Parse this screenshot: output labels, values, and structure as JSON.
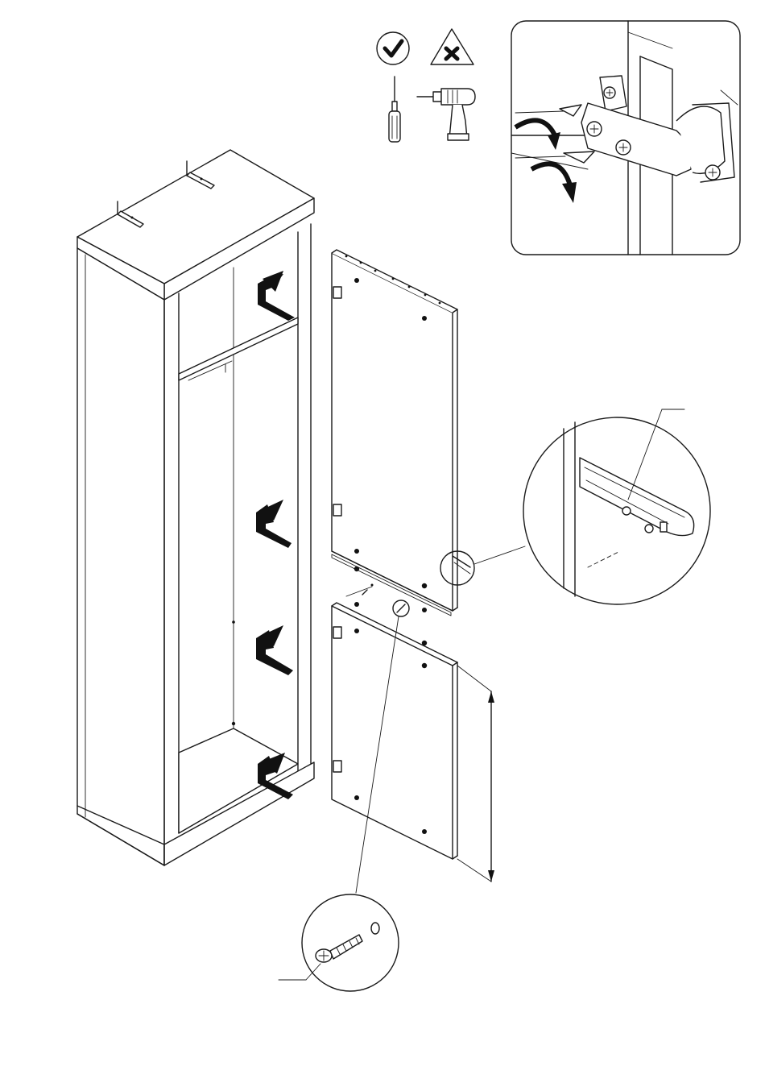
{
  "diagram": {
    "step_icons": [
      {
        "name": "ok-check-icon",
        "meaning": "allowed"
      },
      {
        "name": "forbidden-warning-icon",
        "meaning": "not allowed"
      }
    ],
    "tools": [
      {
        "name": "screwdriver-icon",
        "allowed": true
      },
      {
        "name": "power-drill-icon",
        "allowed": false
      }
    ],
    "detail_callouts": [
      {
        "name": "hinge-adjust-detail"
      },
      {
        "name": "door-handle-detail"
      },
      {
        "name": "screw-detail"
      }
    ],
    "colors": {
      "line": "#1a1a1a",
      "background": "#ffffff",
      "arrow": "#111111"
    }
  }
}
